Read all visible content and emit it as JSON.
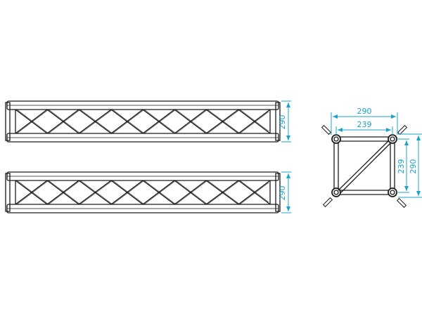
{
  "drawing": {
    "colors": {
      "line": "#1a1a1a",
      "dimension": "#1aa3c9"
    },
    "side_views": [
      {
        "height_label": "290"
      },
      {
        "height_label": "290"
      }
    ],
    "cross_section": {
      "outer_width_label": "290",
      "inner_width_label": "239",
      "inner_height_label": "239",
      "outer_height_label": "290"
    }
  }
}
